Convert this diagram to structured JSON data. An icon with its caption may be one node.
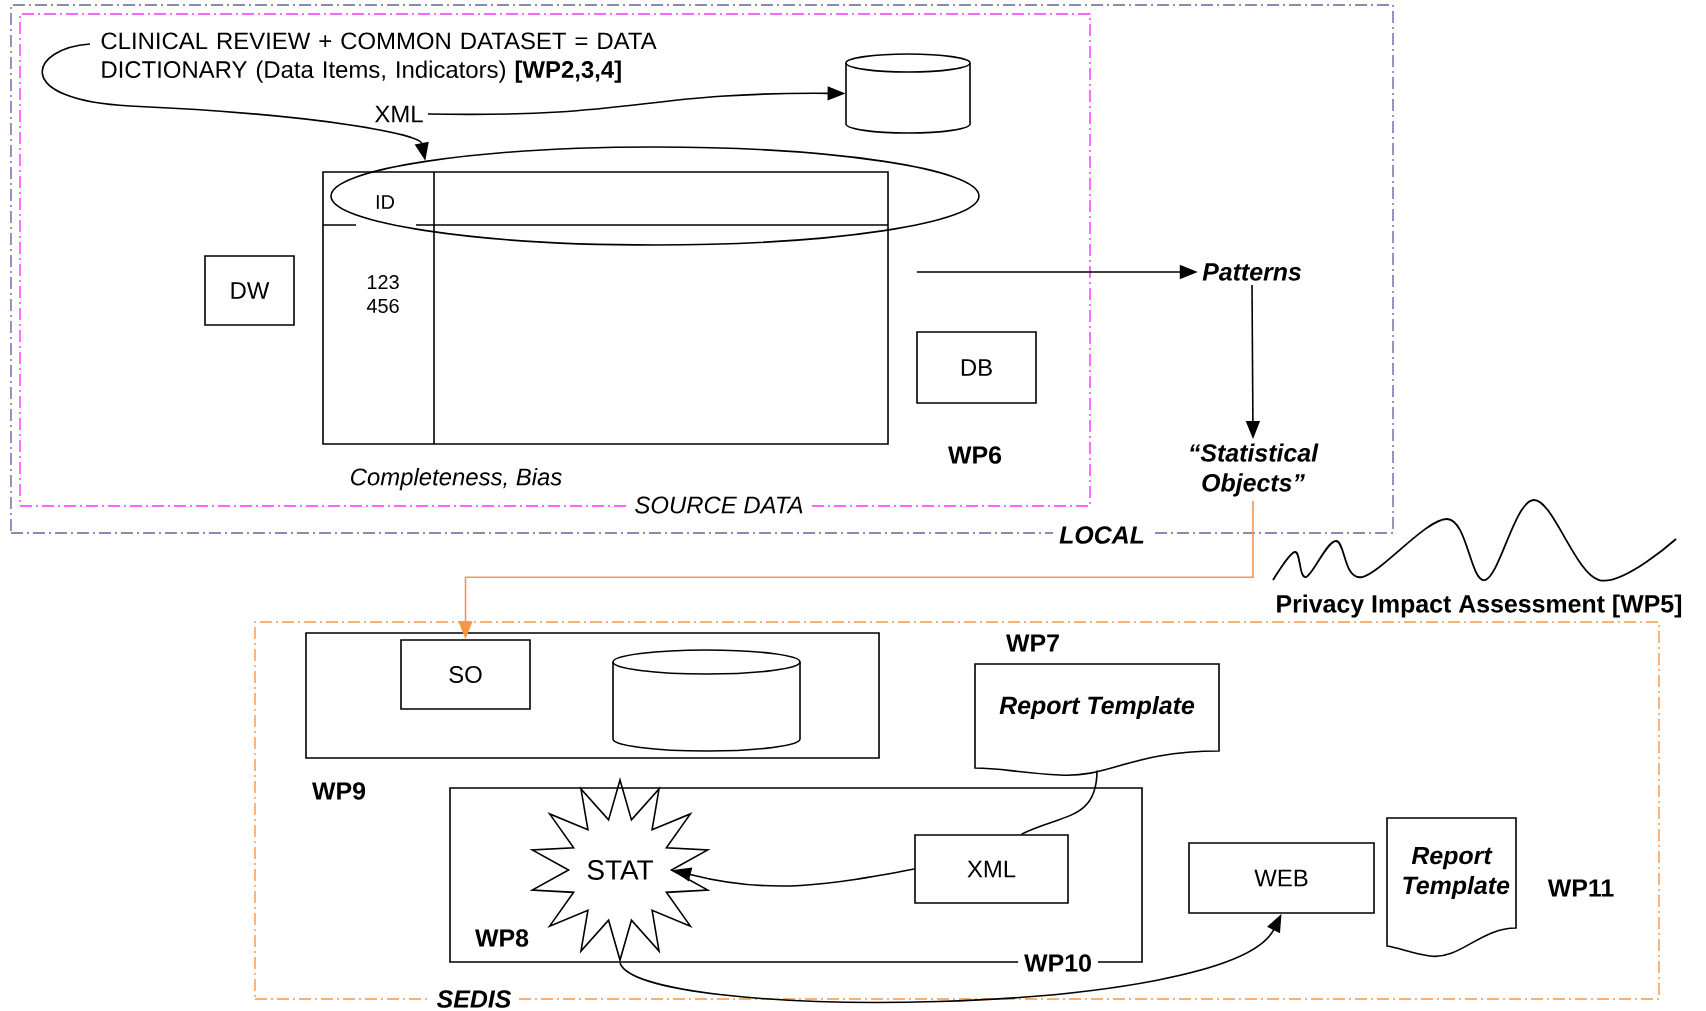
{
  "diagram": {
    "nodes": [
      {
        "text": [
          "LOCAL"
        ]
      },
      {
        "text": [
          "SOURCE DATA"
        ],
        "in": 0
      },
      {
        "text": [
          "CLINICAL REVIEW + COMMON DATASET = DATA DICTIONARY (Data Items, Indicators) **[WP2,3,4]**"
        ],
        "in": 1
      },
      {
        "text": [
          "XML"
        ],
        "in": 1
      },
      {
        "text": [],
        "shape": "cylinder",
        "in": 1
      },
      {
        "text": [
          "123 456"
        ],
        "beside": [
          "Completeness, Bias"
        ],
        "in": 1
      },
      {
        "text": [
          "ID"
        ],
        "in": 1
      },
      {
        "text": [
          "DW"
        ],
        "in": 1
      },
      {
        "text": [
          "DB"
        ],
        "in": 1
      },
      {
        "text": [
          "Patterns"
        ],
        "in": 0
      },
      {
        "text": [
          "“Statistical Objects”"
        ],
        "in": 0
      },
      {
        "text": [
          "SEDIS"
        ]
      },
      {
        "text": [],
        "shape": "box",
        "beside": [
          "WP9"
        ],
        "in": 11
      },
      {
        "text": [
          "SO"
        ],
        "in": 12
      },
      {
        "text": [],
        "shape": "cylinder",
        "in": 12
      },
      {
        "text": [
          "Report Template"
        ],
        "beside": [
          "WP7"
        ],
        "in": 11
      },
      {
        "text": [
          "WP10"
        ],
        "in": 11
      },
      {
        "text": [
          "STAT"
        ],
        "in": 16
      },
      {
        "text": [
          "XML"
        ],
        "in": 16
      },
      {
        "text": [
          "WEB"
        ],
        "in": 11
      },
      {
        "text": [
          "Report Template"
        ],
        "beside": [
          "WP11"
        ],
        "in": 11
      }
    ],
    "edges": [
      {
        "from": 2,
        "to": 6,
        "arrow": "to"
      },
      {
        "from": 3,
        "to": 4,
        "arrow": "to"
      },
      {
        "from": 5,
        "to": 9,
        "arrow": "to"
      },
      {
        "from": 9,
        "to": 10,
        "arrow": "to"
      },
      {
        "from": 10,
        "to": 13,
        "arrow": "to",
        "color": "#f79646"
      },
      {
        "from": 15,
        "to": 18,
        "arrow": "none"
      },
      {
        "from": 18,
        "to": 17,
        "arrow": "to"
      },
      {
        "from": 17,
        "to": 19,
        "arrow": "to"
      }
    ],
    "labels": [
      "WP6",
      "Privacy Impact Assessment [WP5]",
      "WP8"
    ]
  }
}
